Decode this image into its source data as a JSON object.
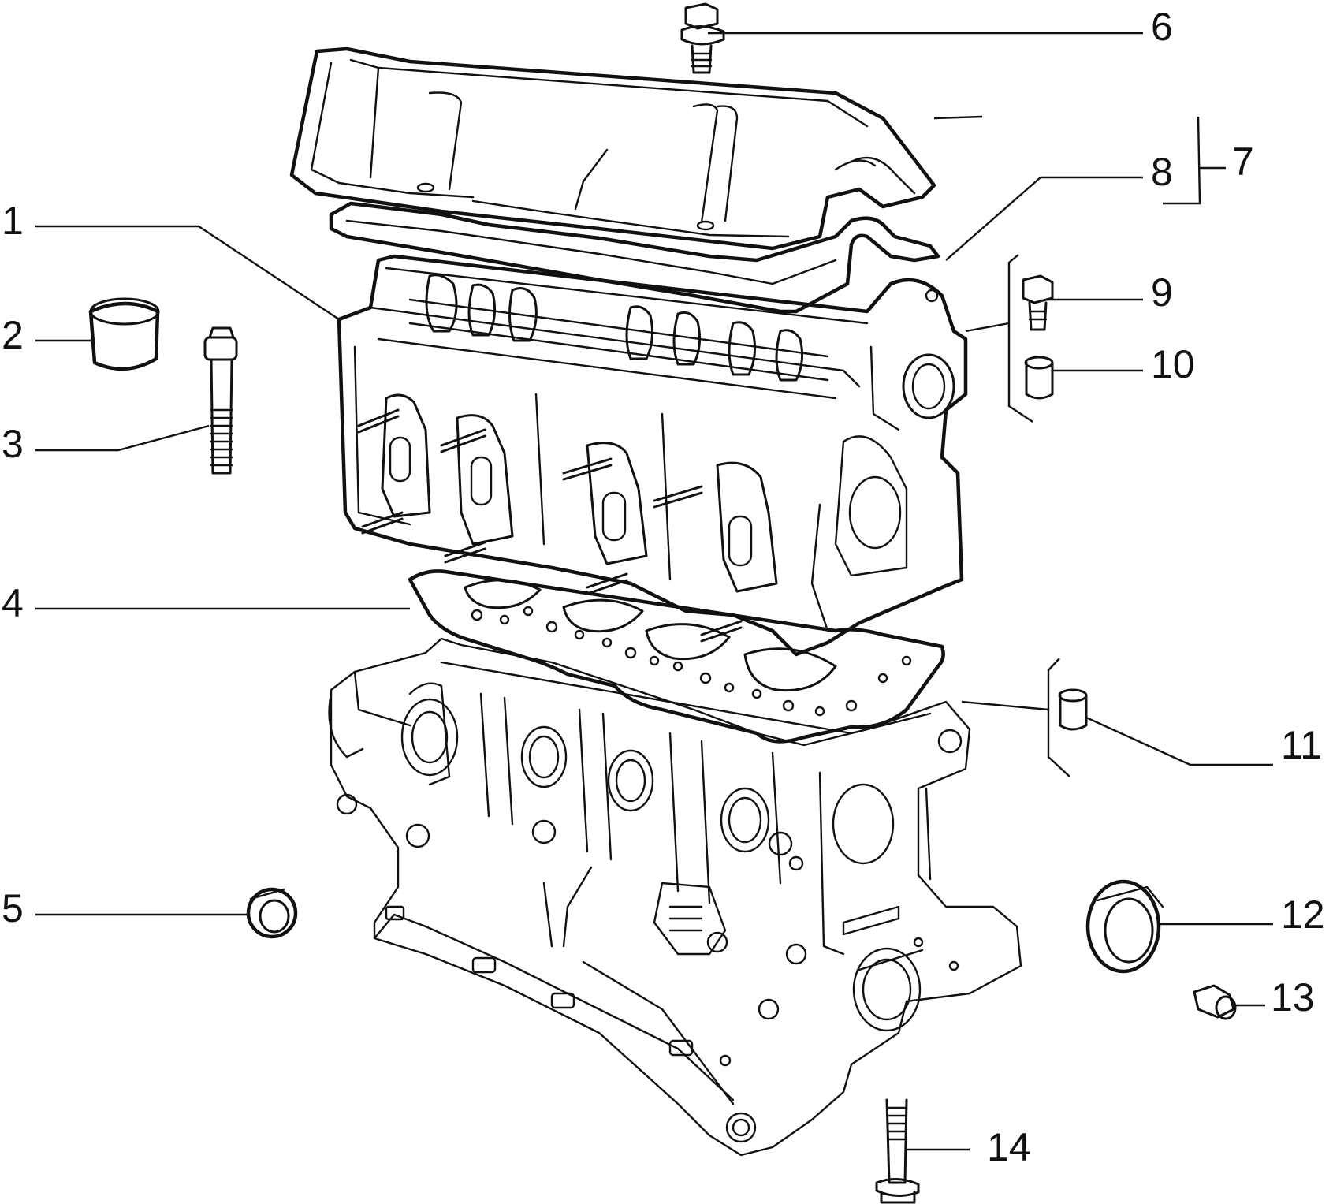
{
  "diagram": {
    "callouts": [
      {
        "id": "1",
        "label": "1"
      },
      {
        "id": "2",
        "label": "2"
      },
      {
        "id": "3",
        "label": "3"
      },
      {
        "id": "4",
        "label": "4"
      },
      {
        "id": "5",
        "label": "5"
      },
      {
        "id": "6",
        "label": "6"
      },
      {
        "id": "7",
        "label": "7"
      },
      {
        "id": "8",
        "label": "8"
      },
      {
        "id": "9",
        "label": "9"
      },
      {
        "id": "10",
        "label": "10"
      },
      {
        "id": "11",
        "label": "11"
      },
      {
        "id": "12",
        "label": "12"
      },
      {
        "id": "13",
        "label": "13"
      },
      {
        "id": "14",
        "label": "14"
      }
    ]
  },
  "colors": {
    "ink": "#111111",
    "paper": "#ffffff"
  }
}
